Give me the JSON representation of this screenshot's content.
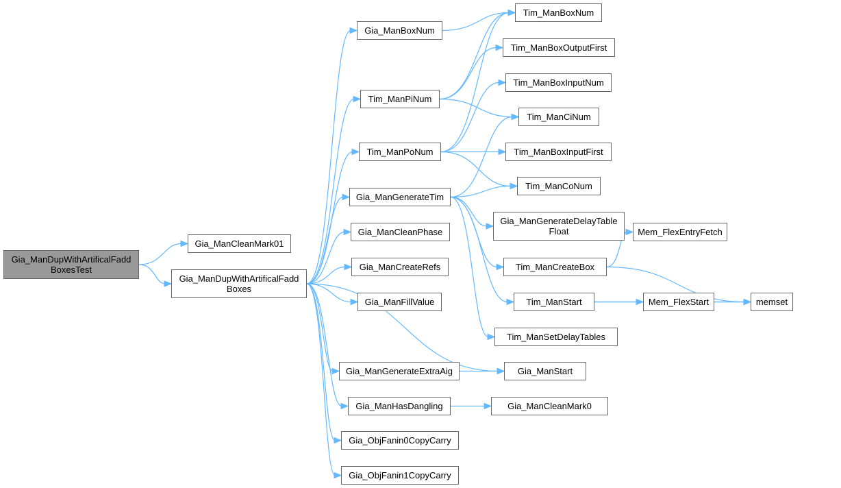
{
  "diagram": {
    "type": "call-graph",
    "colors": {
      "edge": "#63b8ff",
      "root_fill": "#999999",
      "node_border": "#666666",
      "node_fill": "#ffffff"
    },
    "nodes": [
      {
        "id": "root",
        "label": "Gia_ManDupWithArtificalFadd\nBoxesTest",
        "root": true
      },
      {
        "id": "cleanmark01",
        "label": "Gia_ManCleanMark01"
      },
      {
        "id": "dupfadd",
        "label": "Gia_ManDupWithArtificalFadd\nBoxes"
      },
      {
        "id": "giaboxnum",
        "label": "Gia_ManBoxNum"
      },
      {
        "id": "timpinum",
        "label": "Tim_ManPiNum"
      },
      {
        "id": "timponum",
        "label": "Tim_ManPoNum"
      },
      {
        "id": "gentim",
        "label": "Gia_ManGenerateTim"
      },
      {
        "id": "cleanphase",
        "label": "Gia_ManCleanPhase"
      },
      {
        "id": "createrefs",
        "label": "Gia_ManCreateRefs"
      },
      {
        "id": "fillvalue",
        "label": "Gia_ManFillValue"
      },
      {
        "id": "genextra",
        "label": "Gia_ManGenerateExtraAig"
      },
      {
        "id": "hasdangling",
        "label": "Gia_ManHasDangling"
      },
      {
        "id": "fanin0",
        "label": "Gia_ObjFanin0CopyCarry"
      },
      {
        "id": "fanin1",
        "label": "Gia_ObjFanin1CopyCarry"
      },
      {
        "id": "timboxnum",
        "label": "Tim_ManBoxNum"
      },
      {
        "id": "boxoutfirst",
        "label": "Tim_ManBoxOutputFirst"
      },
      {
        "id": "boxinnum",
        "label": "Tim_ManBoxInputNum"
      },
      {
        "id": "cinum",
        "label": "Tim_ManCiNum"
      },
      {
        "id": "boxinfirst",
        "label": "Tim_ManBoxInputFirst"
      },
      {
        "id": "conum",
        "label": "Tim_ManCoNum"
      },
      {
        "id": "gendelay",
        "label": "Gia_ManGenerateDelayTable\nFloat"
      },
      {
        "id": "createbox",
        "label": "Tim_ManCreateBox"
      },
      {
        "id": "timstart",
        "label": "Tim_ManStart"
      },
      {
        "id": "setdelay",
        "label": "Tim_ManSetDelayTables"
      },
      {
        "id": "giastart",
        "label": "Gia_ManStart"
      },
      {
        "id": "cleanmark0",
        "label": "Gia_ManCleanMark0"
      },
      {
        "id": "flexentry",
        "label": "Mem_FlexEntryFetch"
      },
      {
        "id": "flexstart",
        "label": "Mem_FlexStart"
      },
      {
        "id": "memset",
        "label": "memset"
      }
    ],
    "edges": [
      [
        "root",
        "cleanmark01"
      ],
      [
        "root",
        "dupfadd"
      ],
      [
        "dupfadd",
        "giaboxnum"
      ],
      [
        "dupfadd",
        "timpinum"
      ],
      [
        "dupfadd",
        "timponum"
      ],
      [
        "dupfadd",
        "gentim"
      ],
      [
        "dupfadd",
        "cleanphase"
      ],
      [
        "dupfadd",
        "createrefs"
      ],
      [
        "dupfadd",
        "fillvalue"
      ],
      [
        "dupfadd",
        "giastart"
      ],
      [
        "dupfadd",
        "genextra"
      ],
      [
        "dupfadd",
        "hasdangling"
      ],
      [
        "dupfadd",
        "fanin0"
      ],
      [
        "dupfadd",
        "fanin1"
      ],
      [
        "giaboxnum",
        "timboxnum"
      ],
      [
        "timpinum",
        "timboxnum"
      ],
      [
        "timpinum",
        "boxoutfirst"
      ],
      [
        "timpinum",
        "cinum"
      ],
      [
        "timponum",
        "timboxnum"
      ],
      [
        "timponum",
        "boxinnum"
      ],
      [
        "timponum",
        "boxinfirst"
      ],
      [
        "timponum",
        "conum"
      ],
      [
        "gentim",
        "cinum"
      ],
      [
        "gentim",
        "conum"
      ],
      [
        "gentim",
        "gendelay"
      ],
      [
        "gentim",
        "createbox"
      ],
      [
        "gentim",
        "timstart"
      ],
      [
        "gentim",
        "setdelay"
      ],
      [
        "createbox",
        "flexentry"
      ],
      [
        "createbox",
        "memset"
      ],
      [
        "timstart",
        "flexstart"
      ],
      [
        "timstart",
        "memset"
      ],
      [
        "flexstart",
        "memset"
      ],
      [
        "genextra",
        "giastart"
      ],
      [
        "hasdangling",
        "cleanmark0"
      ]
    ]
  }
}
